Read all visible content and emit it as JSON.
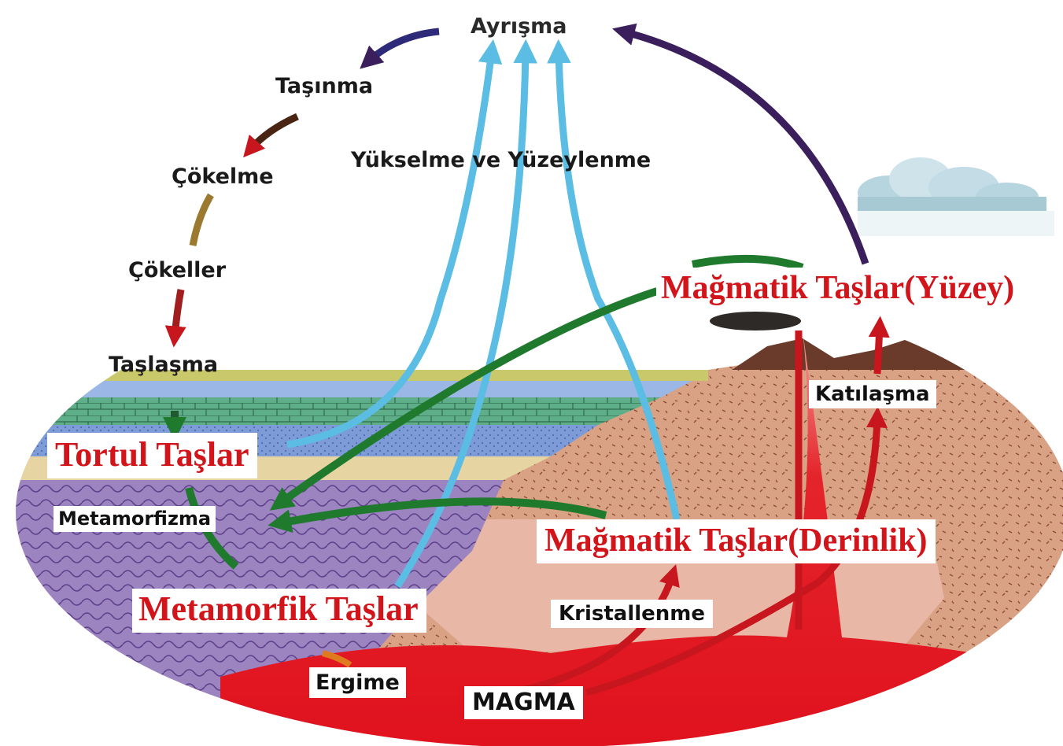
{
  "labels": {
    "weathering": "Ayrışma",
    "transport": "Taşınma",
    "deposition": "Çökelme",
    "sediments": "Çökeller",
    "lithification": "Taşlaşma",
    "uplift": "Yükselme ve Yüzeylenme",
    "metamorphism": "Metamorfizma",
    "solidification": "Katılaşma",
    "crystallization": "Kristallenme",
    "melting": "Ergime",
    "magma": "MAGMA"
  },
  "rock_types": {
    "sedimentary": "Tortul Taşlar",
    "metamorphic": "Metamorfik Taşlar",
    "igneous_extrusive": "Mağmatik Taşlar(Yüzey)",
    "igneous_intrusive": "Mağmatik Taşlar(Derinlik)"
  },
  "colors": {
    "rock_label_red": "#d2141b",
    "uplift_arrow_blue": "#5bbde3",
    "metamorphism_arrow_green": "#1f7a2e",
    "magma_red": "#e0121e",
    "weathering_arrow_purple": "#3a1f5c",
    "crust_tan": "#d9a285",
    "metamorphic_purple": "#9b84c0"
  }
}
